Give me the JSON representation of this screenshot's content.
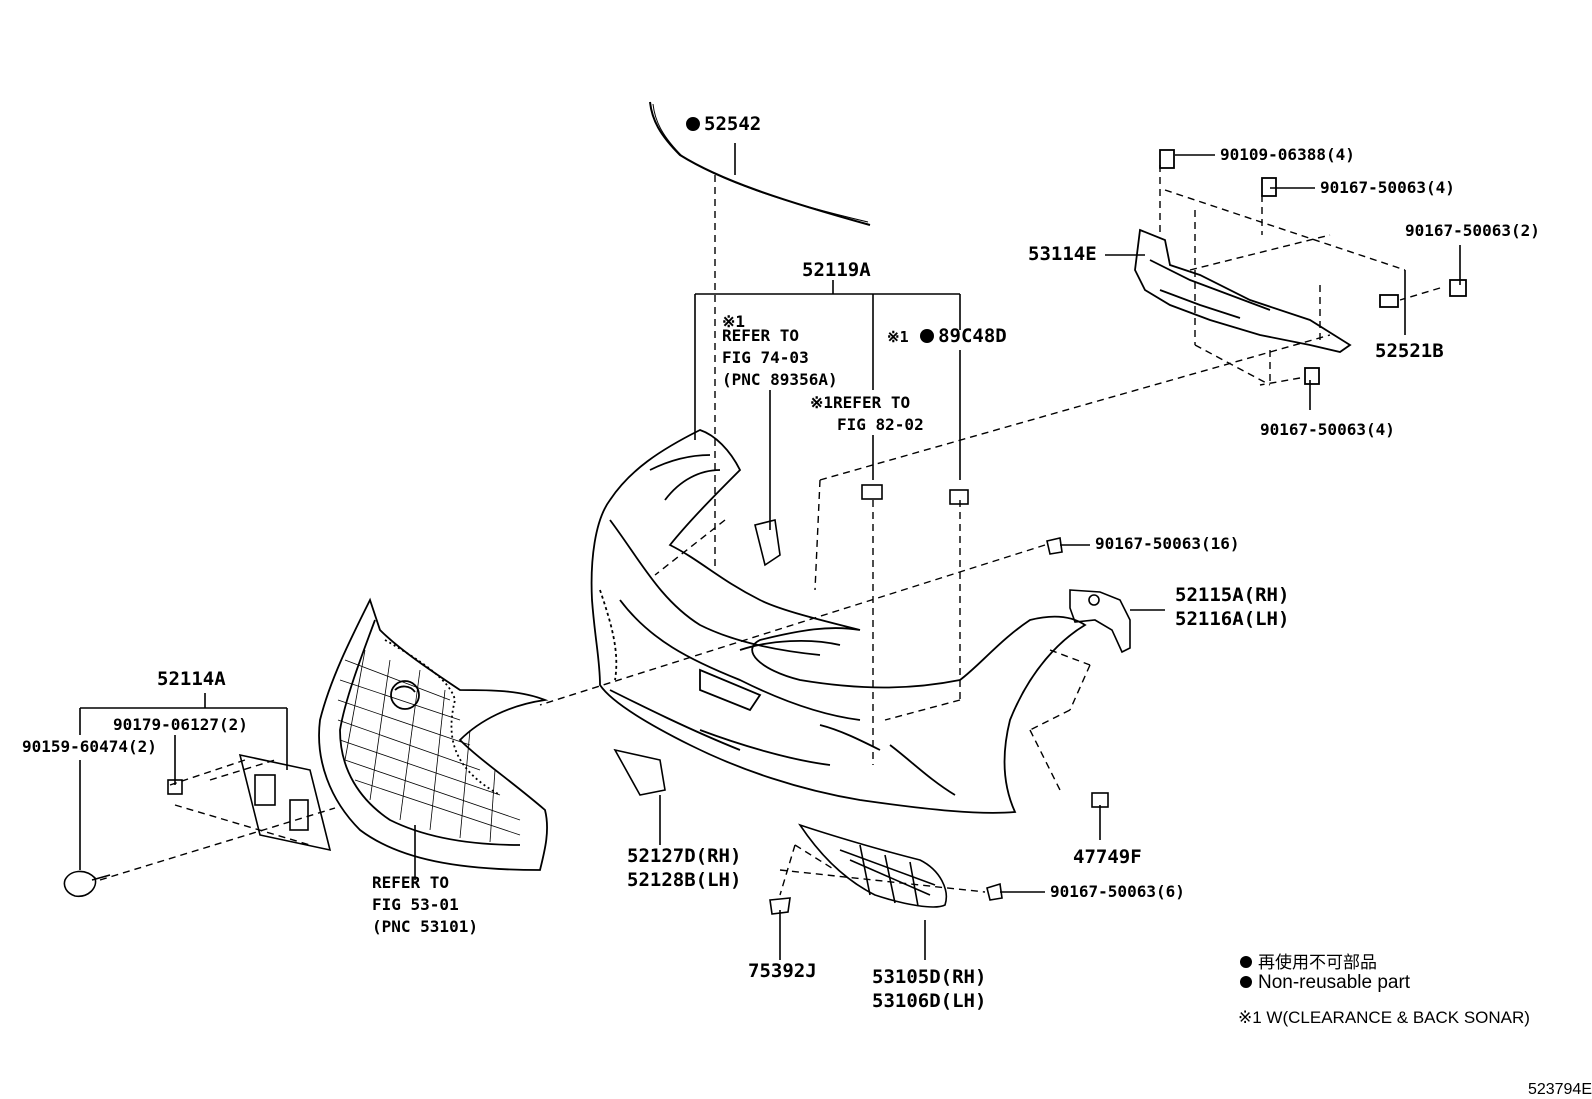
{
  "diagram_id": "523794E",
  "callouts": {
    "p52542": "52542",
    "p52119A": "52119A",
    "ref_a_mark": "※1",
    "ref_a_l1": "REFER TO",
    "ref_a_l2": "FIG 74-03",
    "ref_a_l3": "(PNC 89356A)",
    "p89C48D_mark": "※1",
    "p89C48D": "89C48D",
    "ref_b_l1": "※1REFER TO",
    "ref_b_l2": "FIG 82-02",
    "p90109_06388": "90109-06388(4)",
    "p90167_50063_4a": "90167-50063(4)",
    "p90167_50063_2": "90167-50063(2)",
    "p53114E": "53114E",
    "p52521B": "52521B",
    "p90167_50063_4b": "90167-50063(4)",
    "p90167_50063_16": "90167-50063(16)",
    "p52115A": "52115A(RH)",
    "p52116A": "52116A(LH)",
    "p52114A": "52114A",
    "p90179_06127": "90179-06127(2)",
    "p90159_60474": "90159-60474(2)",
    "ref_c_l1": "REFER TO",
    "ref_c_l2": "FIG 53-01",
    "ref_c_l3": "(PNC 53101)",
    "p52127D": "52127D(RH)",
    "p52128B": "52128B(LH)",
    "p47749F": "47749F",
    "p90167_50063_6": "90167-50063(6)",
    "p75392J": "75392J",
    "p53105D": "53105D(RH)",
    "p53106D": "53106D(LH)"
  },
  "legend": {
    "jp_text": "再使用不可部品",
    "en_text": "Non-reusable part",
    "footnote": "※1 W(CLEARANCE & BACK SONAR)"
  }
}
